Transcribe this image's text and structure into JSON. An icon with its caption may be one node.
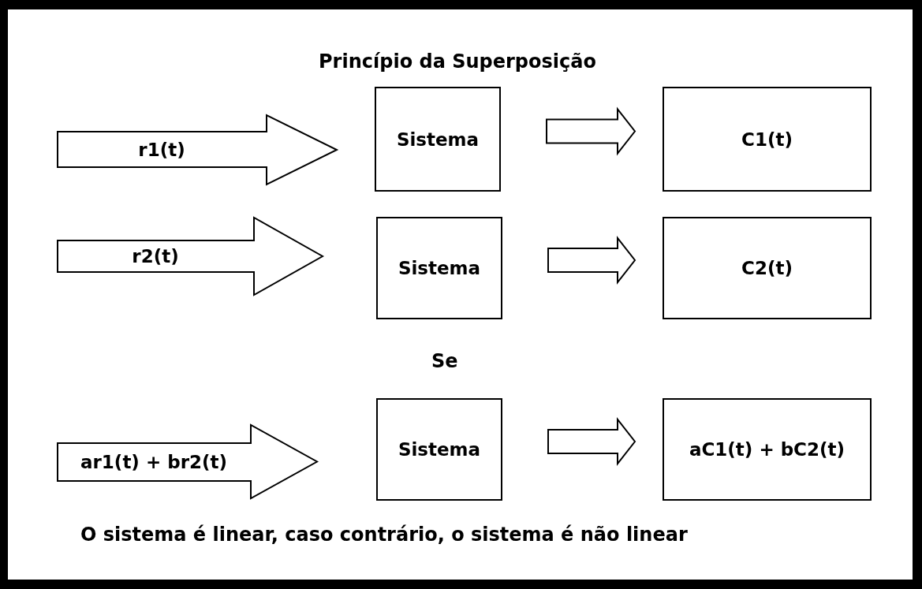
{
  "diagram": {
    "title": "Princípio da Superposição",
    "nodes": [
      {
        "text": [
          "r1(t)"
        ]
      },
      {
        "text": [
          "Sistema"
        ]
      },
      {
        "text": [
          "C1(t)"
        ]
      },
      {
        "text": [
          "r2(t)"
        ]
      },
      {
        "text": [
          "Sistema"
        ]
      },
      {
        "text": [
          "C2(t)"
        ]
      },
      {
        "text": [
          "ar1(t) + br2(t)"
        ]
      },
      {
        "text": [
          "Sistema"
        ]
      },
      {
        "text": [
          "aC1(t) + bC2(t)"
        ]
      }
    ],
    "edges": [
      {
        "from": 1,
        "to": 2,
        "arrow": "to"
      },
      {
        "from": 4,
        "to": 5,
        "arrow": "to"
      },
      {
        "from": 7,
        "to": 8,
        "arrow": "to"
      }
    ],
    "labels": [
      "Se",
      "O sistema é linear, caso contrário, o sistema é não linear"
    ]
  }
}
